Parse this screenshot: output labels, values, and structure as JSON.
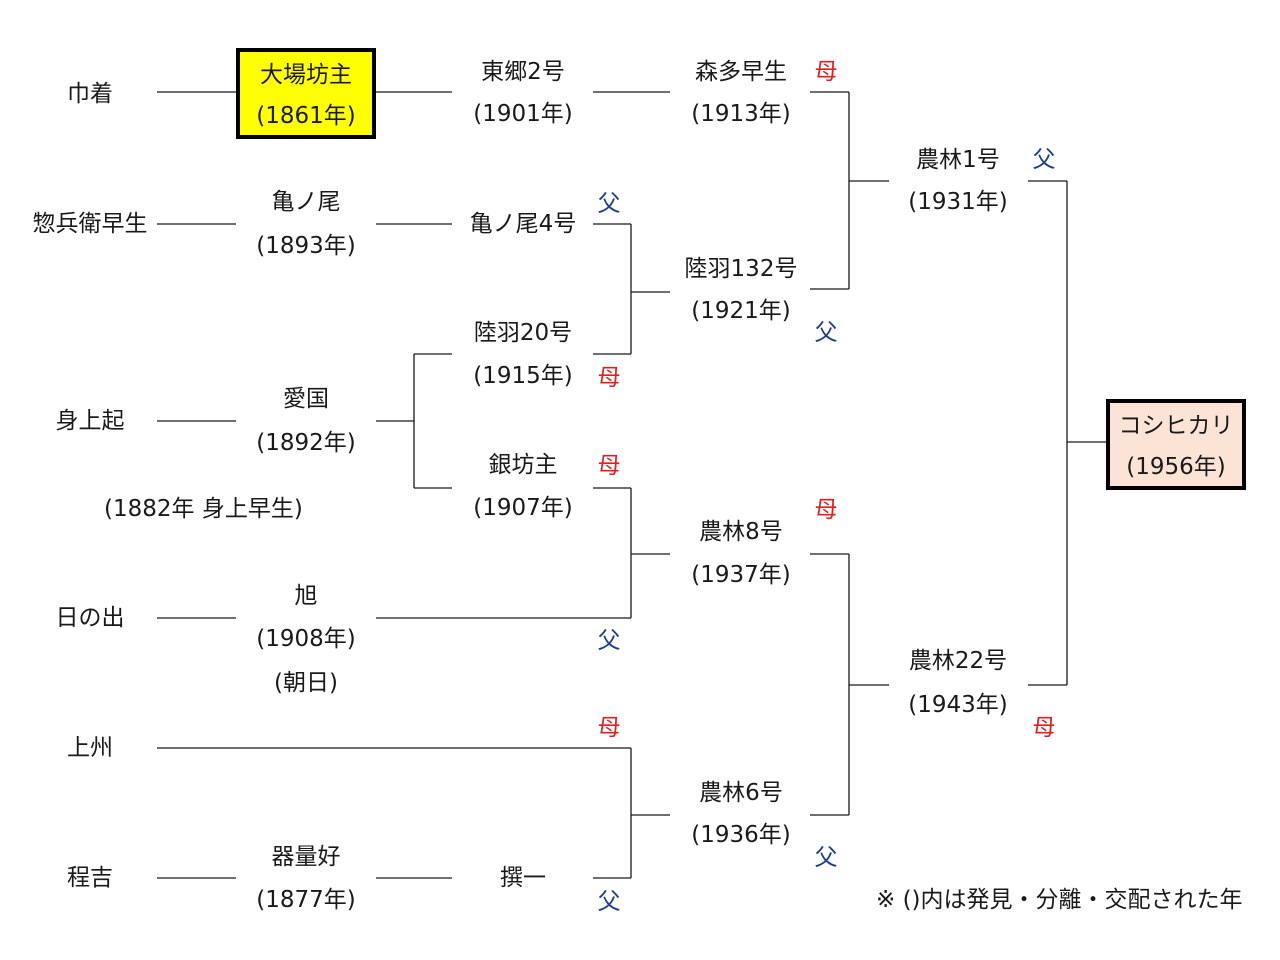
{
  "nodes": {
    "kinchaku": "巾着",
    "oobabozu_name": "大場坊主",
    "oobabozu_year": "(1861年)",
    "tougou2_name": "東郷2号",
    "tougou2_year": "(1901年)",
    "moritawase_name": "森多早生",
    "moritawase_year": "(1913年)",
    "norin1_name": "農林1号",
    "norin1_year": "(1931年)",
    "souhei": "惣兵衛早生",
    "kameno_name": "亀ノ尾",
    "kameno_year": "(1893年)",
    "kameno4_name": "亀ノ尾4号",
    "rikuu132_name": "陸羽132号",
    "rikuu132_year": "(1921年)",
    "rikuu20_name": "陸羽20号",
    "rikuu20_year": "(1915年)",
    "mikami": "身上起",
    "aikoku_name": "愛国",
    "aikoku_year": "(1892年)",
    "aikoku_note": "(1882年 身上早生)",
    "ginbozu_name": "銀坊主",
    "ginbozu_year": "(1907年)",
    "norin8_name": "農林8号",
    "norin8_year": "(1937年)",
    "hinode": "日の出",
    "asahi_name": "旭",
    "asahi_year": "(1908年)",
    "asahi_alt": "(朝日)",
    "joushu": "上州",
    "norin22_name": "農林22号",
    "norin22_year": "(1943年)",
    "norin6_name": "農林6号",
    "norin6_year": "(1936年)",
    "hodoyoshi": "程吉",
    "kiryouyoshi_name": "器量好",
    "kiryouyoshi_year": "(1877年)",
    "senichi": "撰一",
    "koshihikari_name": "コシヒカリ",
    "koshihikari_year": "(1956年)"
  },
  "parent_marks": {
    "father": "父",
    "mother": "母"
  },
  "footnote": "※ ()内は発見・分離・交配された年",
  "colors": {
    "father": "#1f3f8f",
    "mother": "#e02020",
    "highlight_yellow": "#ffff00",
    "highlight_pink": "#fbe3d6",
    "line": "#1a1a1a"
  }
}
